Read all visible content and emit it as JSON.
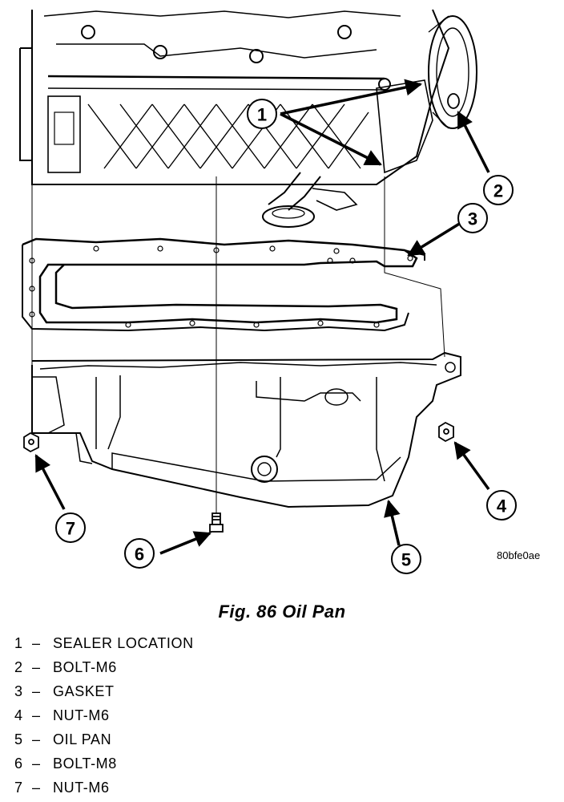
{
  "figure": {
    "caption": "Fig. 86 Oil Pan",
    "image_code": "80bfe0ae",
    "callouts": [
      "1",
      "2",
      "3",
      "4",
      "5",
      "6",
      "7"
    ]
  },
  "legend": [
    {
      "num": "1",
      "dash": "–",
      "label": "SEALER LOCATION"
    },
    {
      "num": "2",
      "dash": "–",
      "label": "BOLT-M6"
    },
    {
      "num": "3",
      "dash": "–",
      "label": "GASKET"
    },
    {
      "num": "4",
      "dash": "–",
      "label": "NUT-M6"
    },
    {
      "num": "5",
      "dash": "–",
      "label": "OIL PAN"
    },
    {
      "num": "6",
      "dash": "–",
      "label": "BOLT-M8"
    },
    {
      "num": "7",
      "dash": "–",
      "label": "NUT-M6"
    }
  ]
}
